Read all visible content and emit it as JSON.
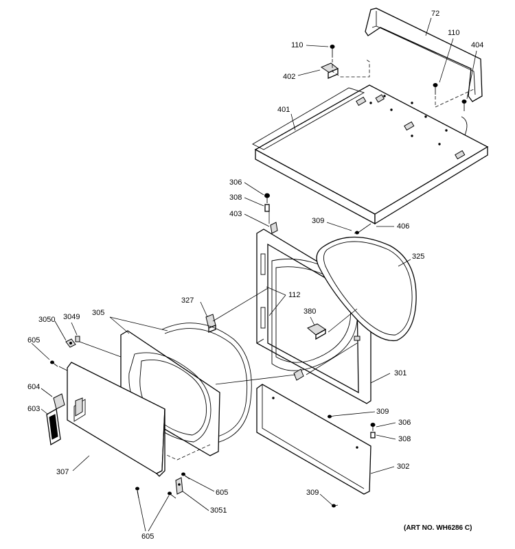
{
  "labels": {
    "l72": "72",
    "l110a": "110",
    "l110b": "110",
    "l404": "404",
    "l402": "402",
    "l401": "401",
    "l306a": "306",
    "l308a": "308",
    "l403": "403",
    "l309a": "309",
    "l406": "406",
    "l325": "325",
    "l327": "327",
    "l112": "112",
    "l305": "305",
    "l380": "380",
    "l3050": "3050",
    "l3049": "3049",
    "l605a": "605",
    "l301": "301",
    "l604": "604",
    "l603": "603",
    "l309b": "309",
    "l306b": "306",
    "l308b": "308",
    "l302": "302",
    "l307": "307",
    "l605b": "605",
    "l3051": "3051",
    "l309c": "309",
    "l605c": "605"
  },
  "art_number": "(ART NO. WH6286 C)"
}
